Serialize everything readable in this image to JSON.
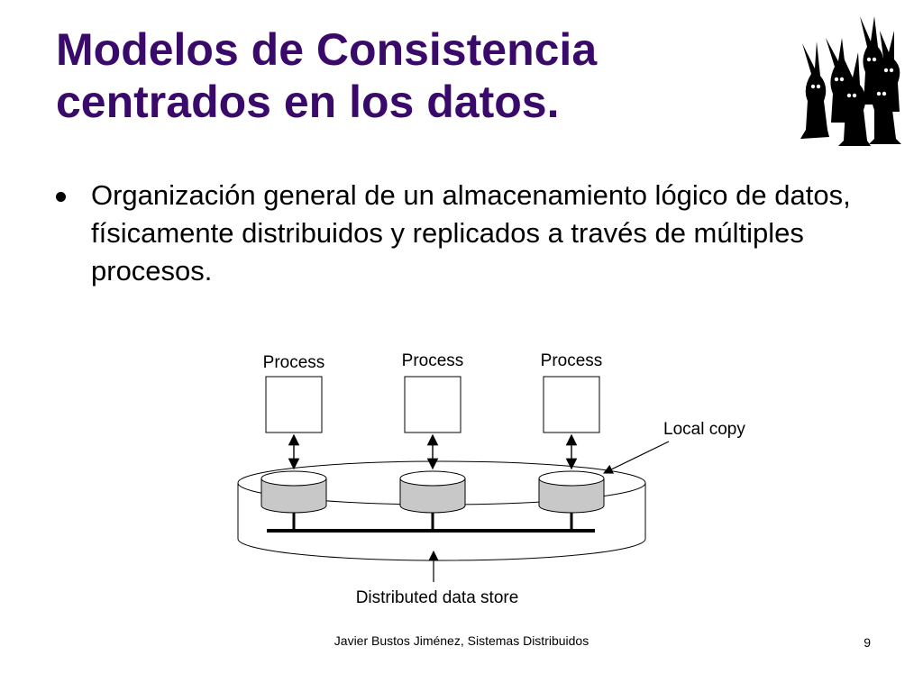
{
  "slide": {
    "title_line1": "Modelos de Consistencia",
    "title_line2": "centrados en los datos.",
    "bullet": "Organización general de un almacenamiento lógico de datos, físicamente distribuidos y replicados a través de múltiples procesos."
  },
  "diagram": {
    "process_labels": [
      "Process",
      "Process",
      "Process"
    ],
    "local_copy_label": "Local copy",
    "store_label": "Distributed data store"
  },
  "footer": {
    "text": "Javier Bustos Jiménez, Sistemas Distribuidos",
    "page_number": "9"
  },
  "colors": {
    "title": "#3a0a6b",
    "disk_fill": "#c8c8c8"
  },
  "icons": {
    "logo": "rabbits-logo-icon"
  }
}
